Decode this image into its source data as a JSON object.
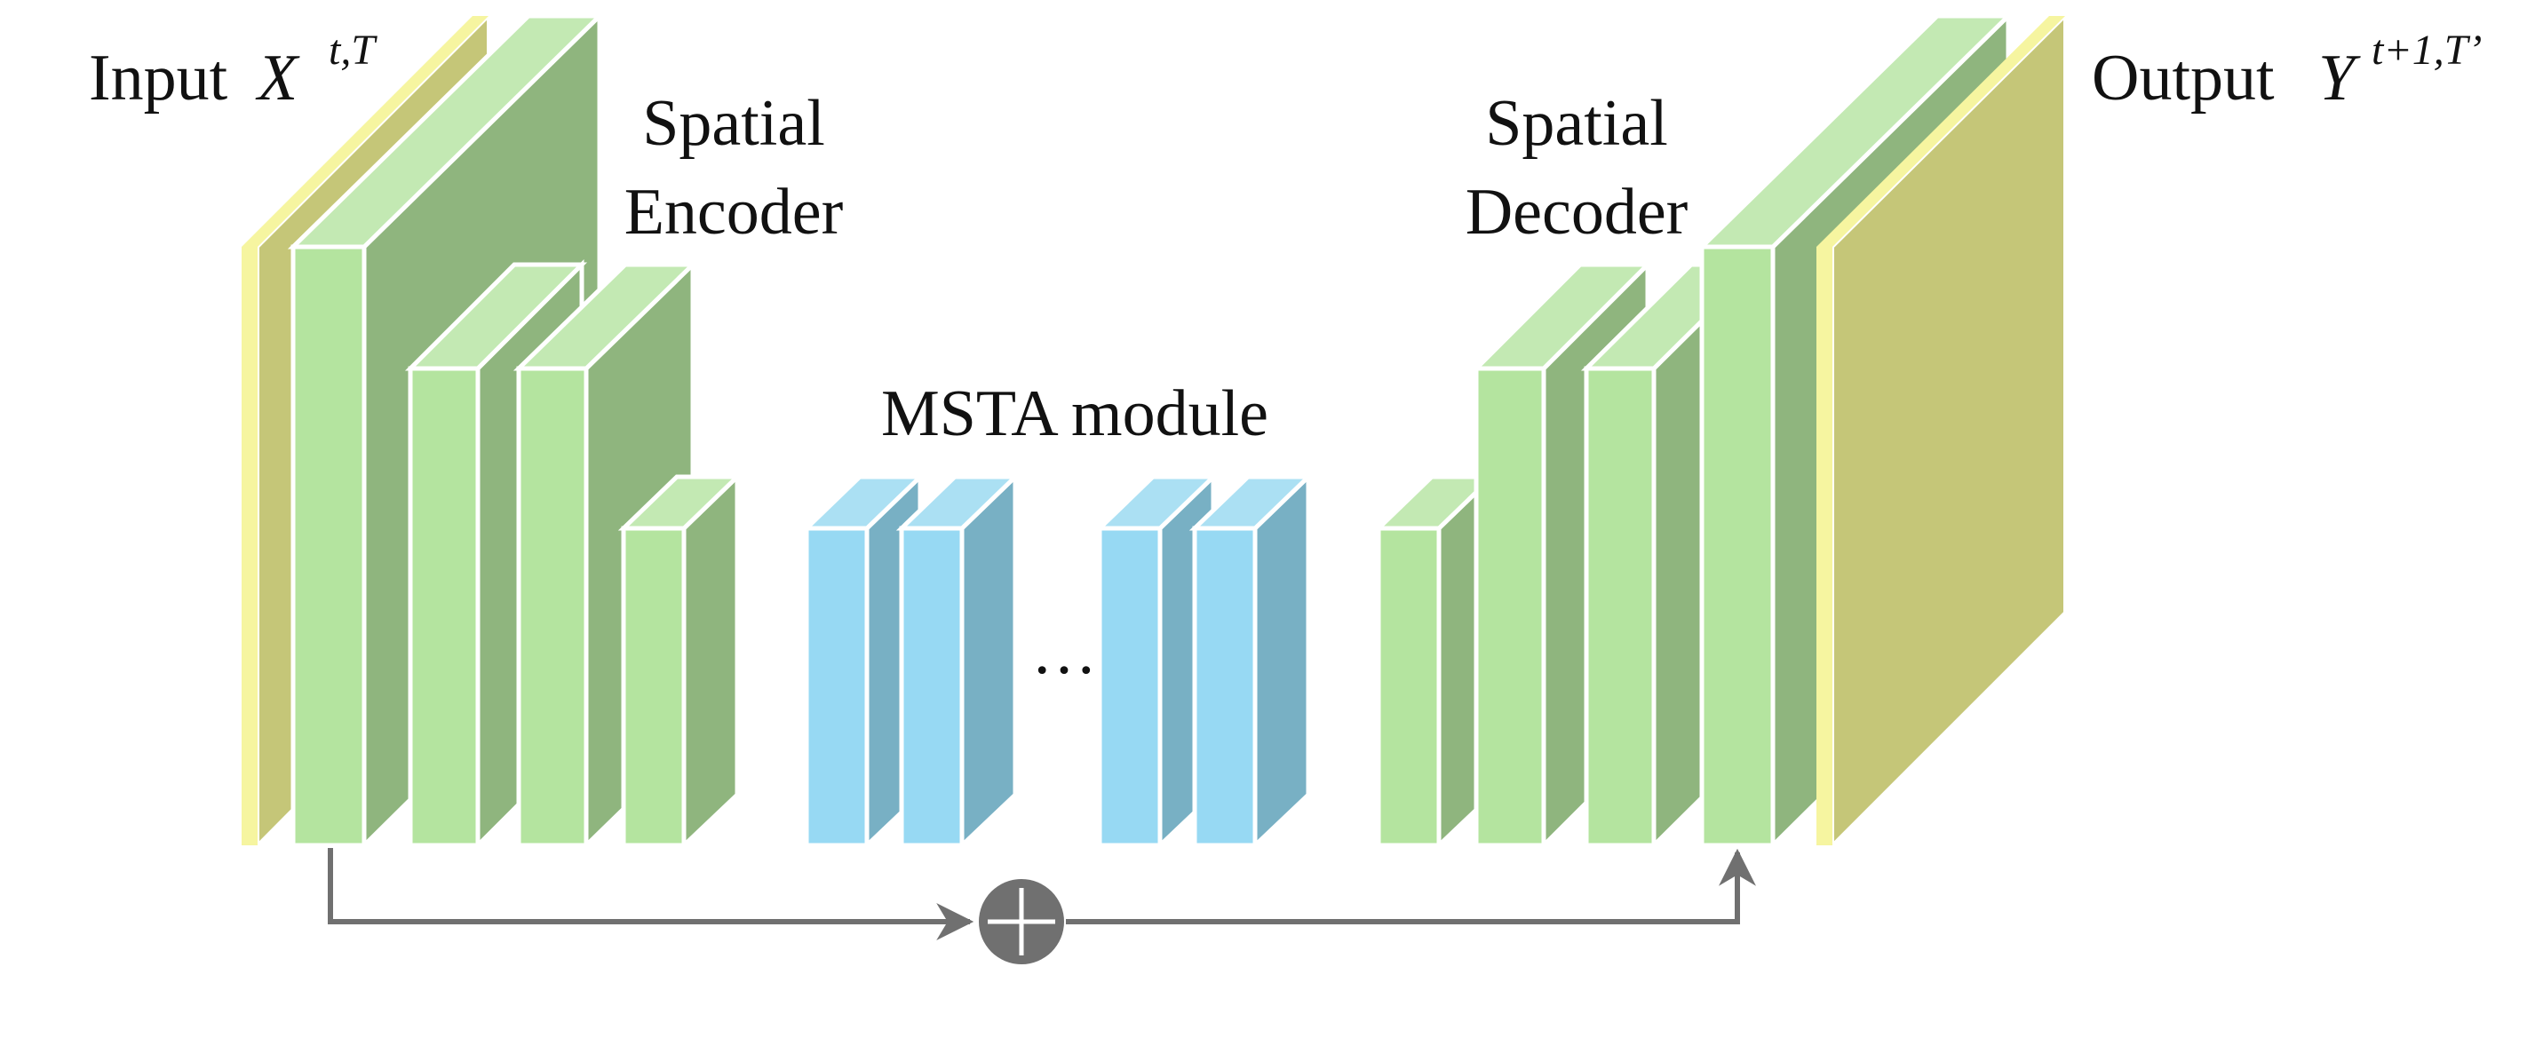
{
  "input_label": {
    "word": "Input",
    "symbol": "X",
    "superscript": "t,T"
  },
  "output_label": {
    "word": "Output",
    "symbol": "Y",
    "superscript": "t+1,T’"
  },
  "encoder_label": {
    "line1": "Spatial",
    "line2": "Encoder"
  },
  "decoder_label": {
    "line1": "Spatial",
    "line2": "Decoder"
  },
  "msta_label": "MSTA module",
  "ellipsis": "…",
  "colors": {
    "green_front": "#b4e49f",
    "green_top": "#c3e9b3",
    "green_side": "#8fb57e",
    "blue_front": "#97d9f3",
    "blue_top": "#abe0f3",
    "blue_side": "#78b0c4",
    "olive_side": "#c5c678",
    "yellow_front": "#f6f5a0",
    "connector_gray": "#707070",
    "edge_white": "#ffffff"
  }
}
